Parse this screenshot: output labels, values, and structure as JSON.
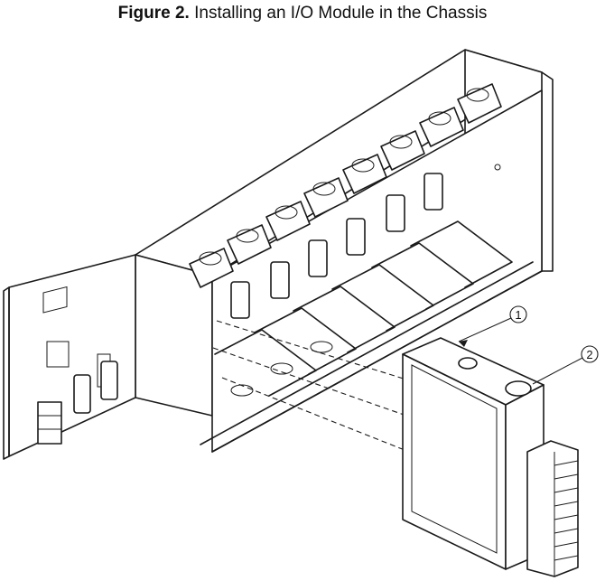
{
  "figure": {
    "label": "Figure 2.",
    "title": "Installing an I/O Module in the Chassis"
  },
  "callouts": [
    "1",
    "2"
  ]
}
